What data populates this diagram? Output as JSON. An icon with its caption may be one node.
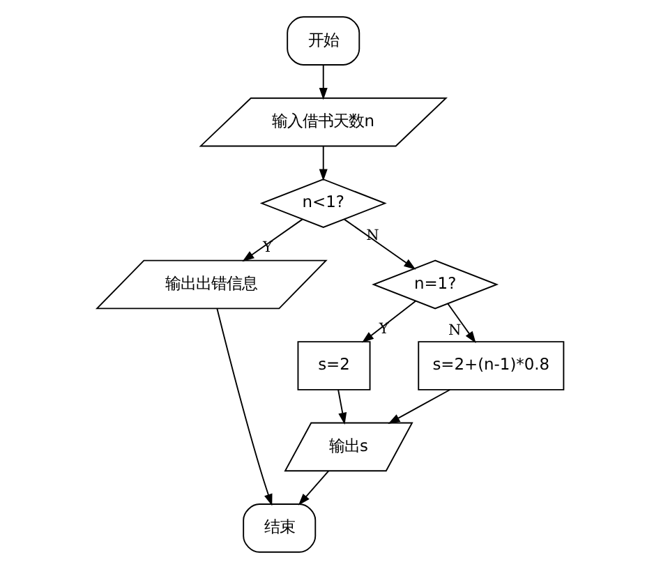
{
  "diagram": {
    "nodes": [
      {
        "text": [
          "开始"
        ]
      },
      {
        "text": [
          "输入借书天数n"
        ]
      },
      {
        "text": [
          "n<1?"
        ]
      },
      {
        "text": [
          "输出出错信息"
        ]
      },
      {
        "text": [
          "n=1?"
        ]
      },
      {
        "text": [
          "s=2"
        ]
      },
      {
        "text": [
          "s=2+(n-1)*0.8"
        ]
      },
      {
        "text": [
          "输出s"
        ]
      },
      {
        "text": [
          "结束"
        ]
      }
    ],
    "edges": [
      {
        "from": 0,
        "to": 1,
        "arrow": "to"
      },
      {
        "from": 1,
        "to": 2,
        "arrow": "to"
      },
      {
        "from": 2,
        "to": 3,
        "arrow": "to",
        "label": "Y"
      },
      {
        "from": 2,
        "to": 4,
        "arrow": "to",
        "label": "N"
      },
      {
        "from": 4,
        "to": 5,
        "arrow": "to",
        "label": "Y"
      },
      {
        "from": 4,
        "to": 6,
        "arrow": "to",
        "label": "N"
      },
      {
        "from": 5,
        "to": 7,
        "arrow": "to"
      },
      {
        "from": 6,
        "to": 7,
        "arrow": "to"
      },
      {
        "from": 3,
        "to": 8,
        "arrow": "to"
      },
      {
        "from": 7,
        "to": 8,
        "arrow": "to"
      }
    ]
  }
}
